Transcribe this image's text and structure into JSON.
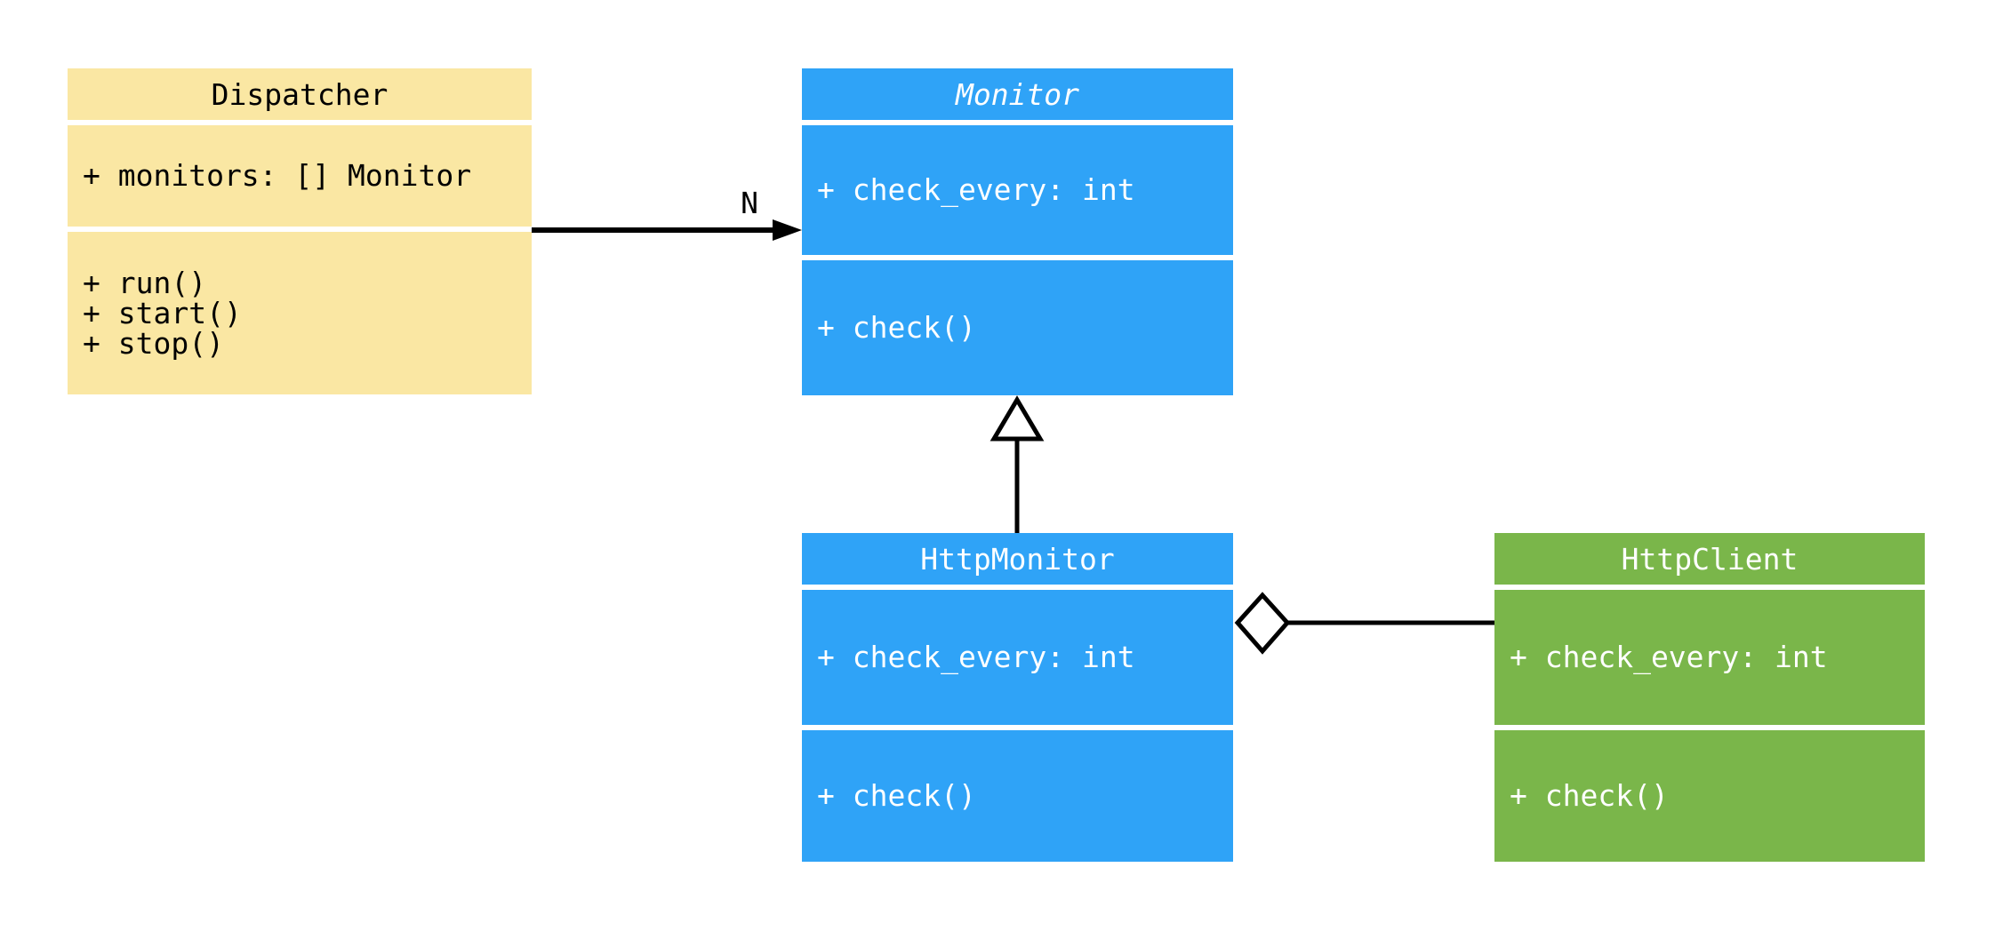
{
  "diagram": {
    "kind": "uml-class-diagram",
    "background_color": "#ffffff",
    "line_color": "#000000",
    "classes": [
      {
        "name": "Dispatcher",
        "abstract": false,
        "fill_color": "#fae7a3",
        "text_color": "#000000",
        "attributes": [
          "+ monitors: [] Monitor"
        ],
        "methods": [
          "+ run()",
          "+ start()",
          "+ stop()"
        ]
      },
      {
        "name": "Monitor",
        "abstract": true,
        "fill_color": "#2fa3f7",
        "text_color": "#ffffff",
        "attributes": [
          "+ check_every: int"
        ],
        "methods": [
          "+ check()"
        ]
      },
      {
        "name": "HttpMonitor",
        "abstract": false,
        "fill_color": "#2fa3f7",
        "text_color": "#ffffff",
        "attributes": [
          "+ check_every: int"
        ],
        "methods": [
          "+ check()"
        ]
      },
      {
        "name": "HttpClient",
        "abstract": false,
        "fill_color": "#7ab64a",
        "text_color": "#ffffff",
        "attributes": [
          "+ check_every: int"
        ],
        "methods": [
          "+ check()"
        ]
      }
    ],
    "relationships": [
      {
        "from": "Dispatcher",
        "to": "Monitor",
        "type": "directed-association",
        "label": "N"
      },
      {
        "from": "HttpMonitor",
        "to": "Monitor",
        "type": "inheritance",
        "label": ""
      },
      {
        "from": "HttpMonitor",
        "to": "HttpClient",
        "type": "aggregation",
        "label": ""
      }
    ]
  }
}
